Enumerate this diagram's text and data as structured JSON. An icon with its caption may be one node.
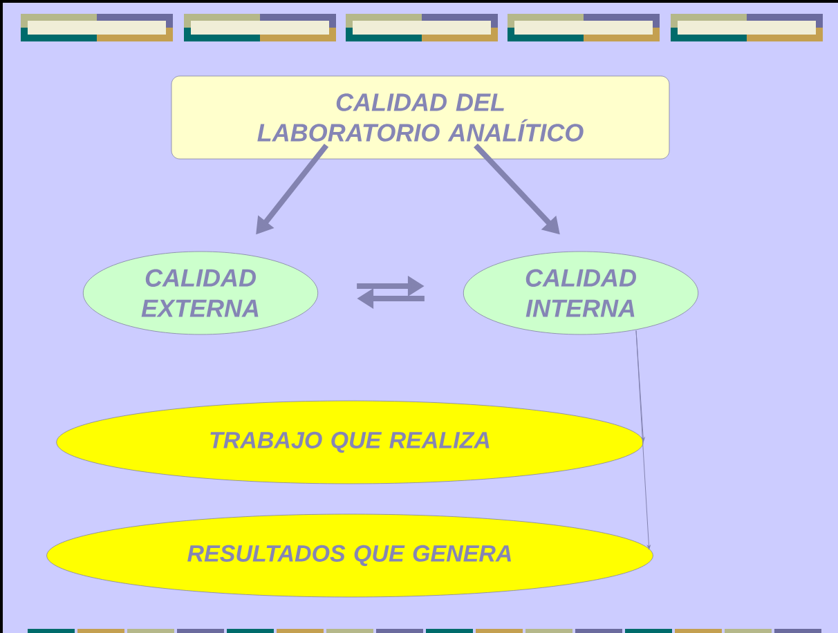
{
  "diagram": {
    "nodes": [
      {
        "text": [
          "CALIDAD DEL LABORATORIO ANALÍTICO"
        ]
      },
      {
        "text": [
          "CALIDAD EXTERNA"
        ]
      },
      {
        "text": [
          "CALIDAD INTERNA"
        ]
      },
      {
        "text": [
          "TRABAJO QUE REALIZA"
        ]
      },
      {
        "text": [
          "RESULTADOS QUE GENERA"
        ]
      }
    ],
    "edges": [
      {
        "from": 0,
        "to": 1,
        "arrow": "to"
      },
      {
        "from": 0,
        "to": 2,
        "arrow": "to"
      },
      {
        "from": 1,
        "to": 2,
        "arrow": "to"
      },
      {
        "from": 2,
        "to": 1,
        "arrow": "to"
      },
      {
        "from": 2,
        "to": 3,
        "arrow": "to"
      },
      {
        "from": 2,
        "to": 4,
        "arrow": "to"
      }
    ]
  }
}
